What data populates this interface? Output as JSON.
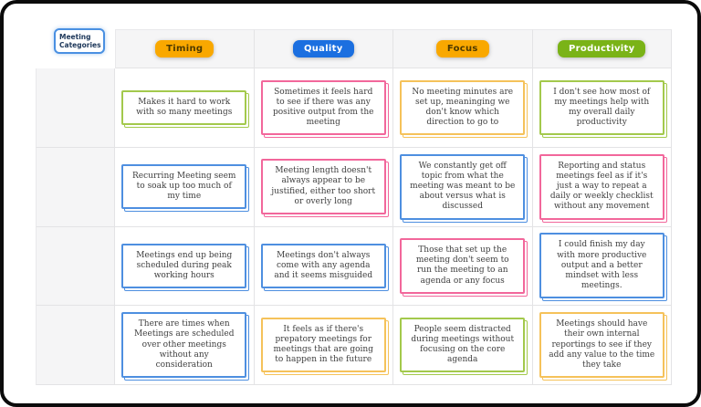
{
  "board": {
    "categories_label": "Meeting Categories"
  },
  "palette": {
    "header_amber": "#F9A800",
    "header_blue": "#1B6FE0",
    "header_green": "#7AB317",
    "card_border_green": "#A3C94C",
    "card_border_blue": "#4E8FE0",
    "card_border_pink": "#F2679B",
    "card_border_amber": "#F5C25A",
    "label_border_blue": "#4A90E2",
    "grid_line": "#E3E3E5",
    "header_cell_bg": "#F5F5F6",
    "frame_black": "#0B0B0B"
  },
  "columns": [
    {
      "label": "Timing",
      "color": "amber",
      "cards": [
        {
          "text": "Makes it hard to work with so many meetings",
          "color": "green"
        },
        {
          "text": "Recurring Meeting seem to soak up too much of my time",
          "color": "blue"
        },
        {
          "text": "Meetings end up being scheduled during peak working hours",
          "color": "blue"
        },
        {
          "text": "There are times when Meetings are scheduled over other meetings without any consideration",
          "color": "blue"
        }
      ]
    },
    {
      "label": "Quality",
      "color": "blue",
      "cards": [
        {
          "text": "Sometimes it feels hard to see if there was any positive output from the meeting",
          "color": "pink"
        },
        {
          "text": "Meeting length doesn't always appear to be justified, either too short or overly long",
          "color": "pink"
        },
        {
          "text": "Meetings don't always come with any agenda and it seems misguided",
          "color": "blue"
        },
        {
          "text": "It feels as if there's prepatory meetings for meetings that are going to happen in the future",
          "color": "amber"
        }
      ]
    },
    {
      "label": "Focus",
      "color": "amber",
      "cards": [
        {
          "text": "No meeting minutes are set up, meaninging we don't know which direction to go to",
          "color": "amber"
        },
        {
          "text": "We constantly get off topic from what the meeting was meant to be about versus what is discussed",
          "color": "blue"
        },
        {
          "text": "Those that set up the meeting don't seem to run the meeting to an agenda or any focus",
          "color": "pink"
        },
        {
          "text": "People seem distracted during meetings without focusing on the core agenda",
          "color": "green"
        }
      ]
    },
    {
      "label": "Productivity",
      "color": "green",
      "cards": [
        {
          "text": "I don't see how most of my meetings help with my overall daily productivity",
          "color": "green"
        },
        {
          "text": "Reporting and status meetings feel as if it's just a way to repeat a daily or weekly checklist without any movement",
          "color": "pink"
        },
        {
          "text": "I could finish my day with more productive output and a better mindset with less meetings.",
          "color": "blue"
        },
        {
          "text": "Meetings should have their own internal reportings to see if they add any value to the time they take",
          "color": "amber"
        }
      ]
    }
  ]
}
